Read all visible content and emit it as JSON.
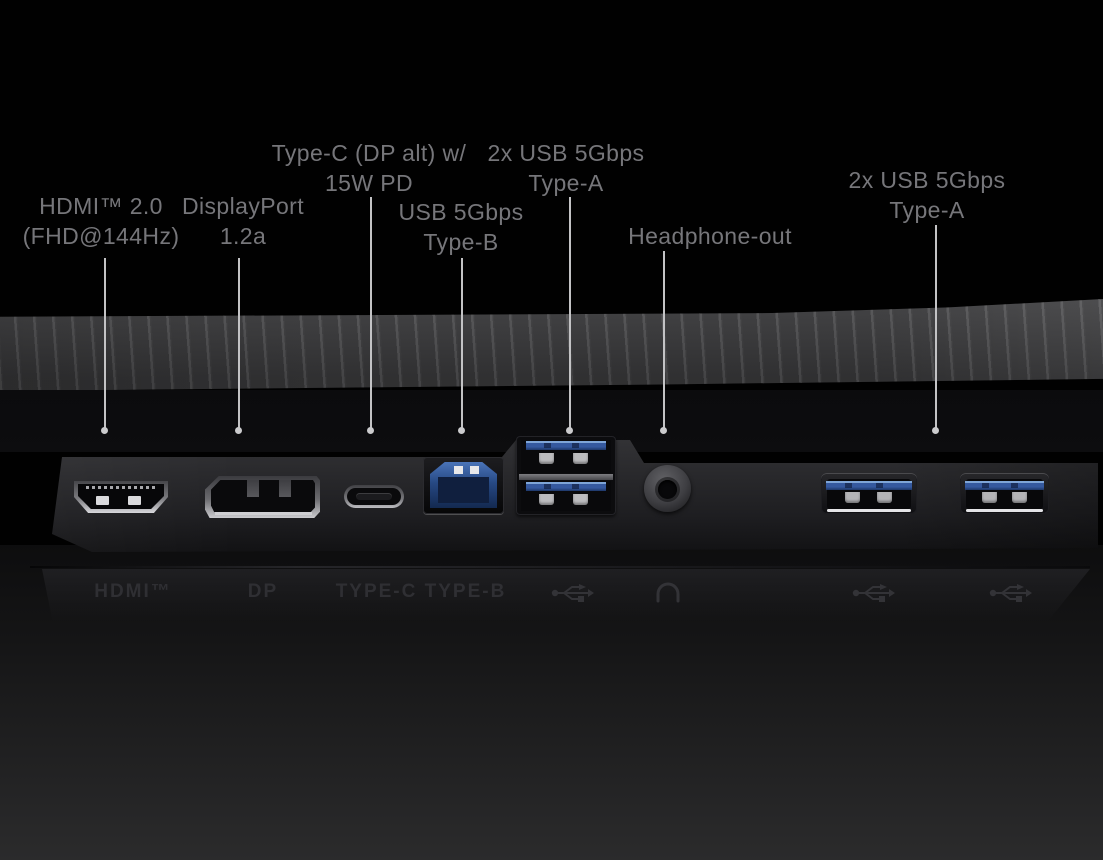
{
  "figure": {
    "description": "Monitor rear I/O port diagram with callout labels",
    "background": "#000000"
  },
  "colors": {
    "label_text": "#76767a",
    "leader_line": "#c3c3c5",
    "vent_band": "#3a3a3c",
    "usb_blue": "#35599f",
    "printed_text": "#2f2f33"
  },
  "callouts": [
    {
      "id": "hdmi",
      "lines": [
        "HDMI™ 2.0",
        "(FHD@144Hz)"
      ]
    },
    {
      "id": "displayport",
      "lines": [
        "DisplayPort",
        "1.2a"
      ]
    },
    {
      "id": "type-c",
      "lines": [
        "Type-C (DP alt) w/",
        "15W PD"
      ]
    },
    {
      "id": "usb-type-b",
      "lines": [
        "USB 5Gbps",
        "Type-B"
      ]
    },
    {
      "id": "usb-type-a-hub",
      "lines": [
        "2x USB 5Gbps",
        "Type-A"
      ]
    },
    {
      "id": "headphone",
      "lines": [
        "Headphone-out"
      ]
    },
    {
      "id": "usb-type-a-right",
      "lines": [
        "2x USB 5Gbps",
        "Type-A"
      ]
    }
  ],
  "printed_labels": {
    "hdmi": "HDMI™",
    "dp": "DP",
    "type_c_type_b": "TYPE-C TYPE-B"
  },
  "icons": {
    "usb": "usb-trident-icon",
    "headphone": "headphone-icon"
  }
}
